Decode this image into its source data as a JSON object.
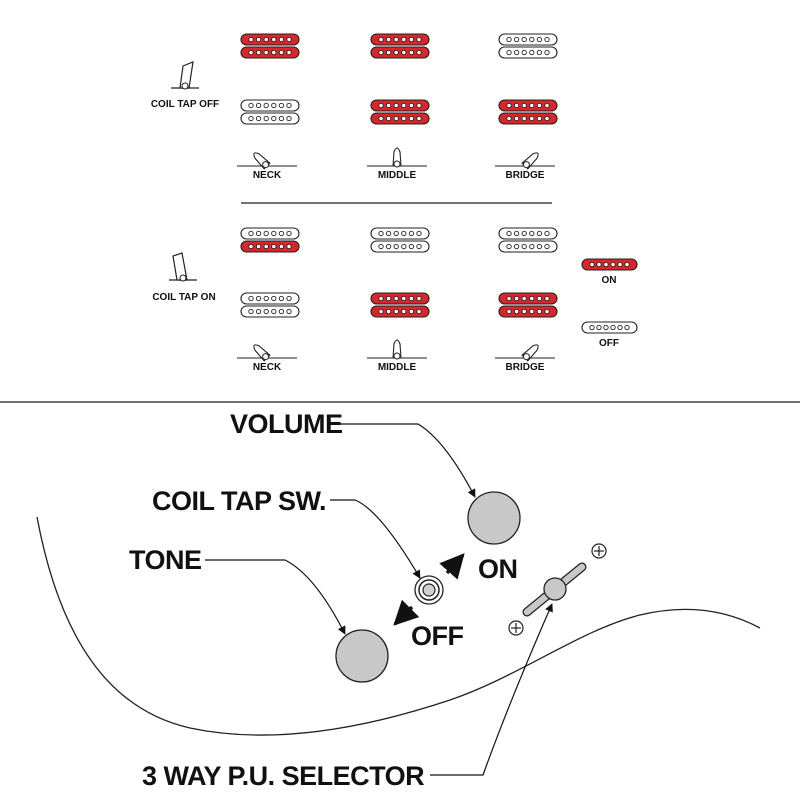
{
  "colors": {
    "on": "#d9262b",
    "off": "#ffffff",
    "ink": "#222222",
    "knob": "#c8c8c8"
  },
  "top": {
    "coil_off_label": "COIL TAP OFF",
    "coil_on_label": "COIL TAP ON",
    "positions": [
      "NECK",
      "MIDDLE",
      "BRIDGE"
    ],
    "coil_off": [
      {
        "position": "NECK",
        "neck_pickup": "on",
        "bridge_pickup": "off"
      },
      {
        "position": "MIDDLE",
        "neck_pickup": "on",
        "bridge_pickup": "on"
      },
      {
        "position": "BRIDGE",
        "neck_pickup": "off",
        "bridge_pickup": "on"
      }
    ],
    "coil_on": [
      {
        "position": "NECK",
        "neck_pickup": "split",
        "bridge_pickup": "off"
      },
      {
        "position": "MIDDLE",
        "neck_pickup": "off",
        "bridge_pickup": "on"
      },
      {
        "position": "BRIDGE",
        "neck_pickup": "off",
        "bridge_pickup": "on"
      }
    ],
    "legend": {
      "on_label": "ON",
      "off_label": "OFF"
    }
  },
  "controls": {
    "volume_label": "VOLUME",
    "coil_tap_label": "COIL TAP SW.",
    "tone_label": "TONE",
    "on_label": "ON",
    "off_label": "OFF",
    "selector_label": "3 WAY P.U. SELECTOR"
  }
}
